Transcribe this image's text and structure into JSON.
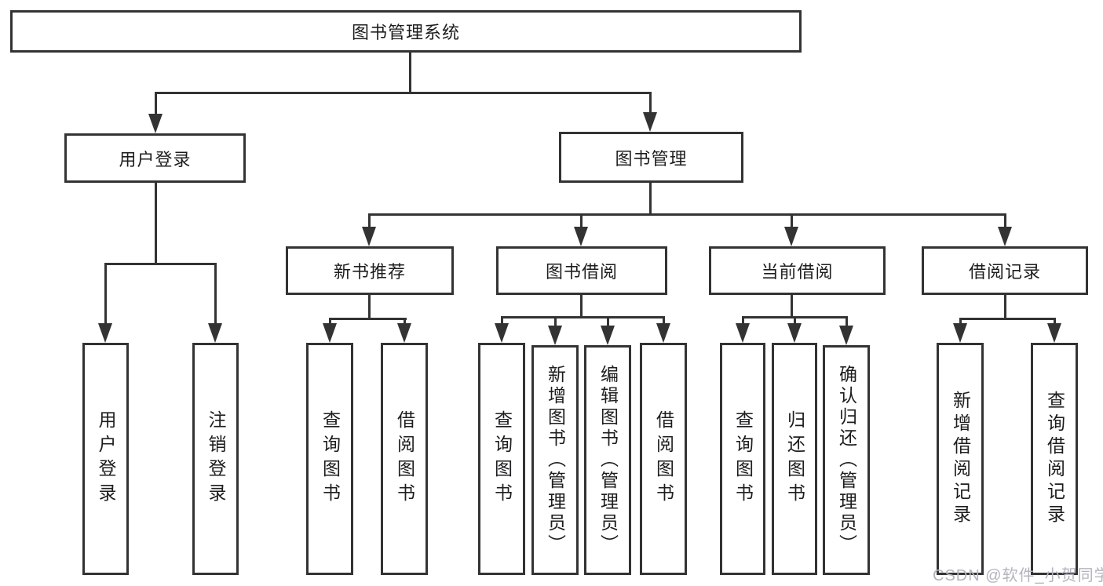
{
  "diagram": {
    "root": "图书管理系统",
    "user_login": {
      "label": "用户登录",
      "children": [
        "用户登录",
        "注销登录"
      ]
    },
    "book_management": {
      "label": "图书管理",
      "sections": [
        {
          "label": "新书推荐",
          "children": [
            "查询图书",
            "借阅图书"
          ]
        },
        {
          "label": "图书借阅",
          "children": [
            "查询图书",
            "新增图书（管理员）",
            "编辑图书（管理员）",
            "借阅图书"
          ]
        },
        {
          "label": "当前借阅",
          "children": [
            "查询图书",
            "归还图书",
            "确认归还（管理员）"
          ]
        },
        {
          "label": "借阅记录",
          "children": [
            "新增借阅记录",
            "查询借阅记录"
          ]
        }
      ]
    },
    "colors": {
      "stroke": "#333333",
      "background": "#ffffff",
      "watermark": "#b4b4bf"
    }
  },
  "watermark": "CSDN @软件_小贺同学"
}
